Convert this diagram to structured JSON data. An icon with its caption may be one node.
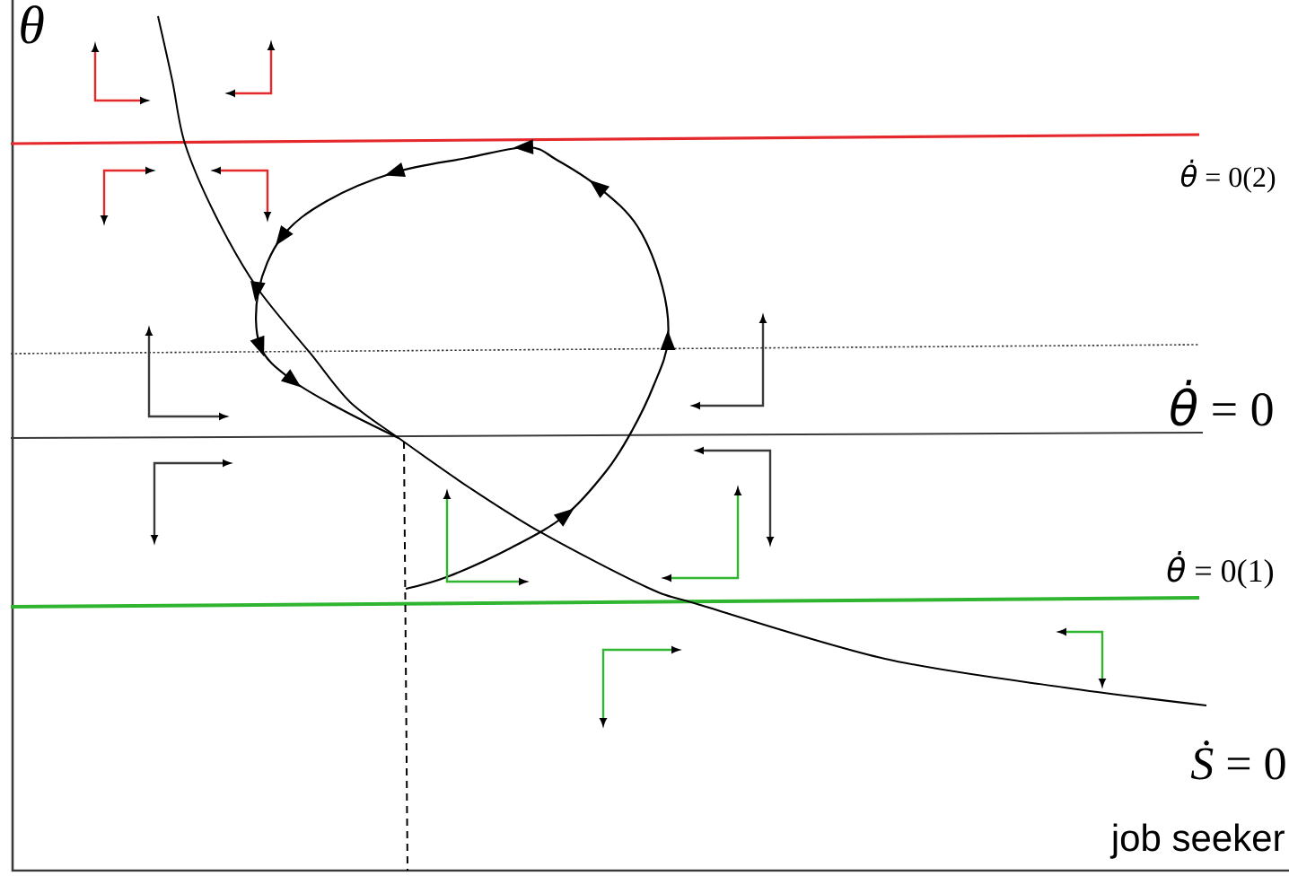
{
  "diagram": {
    "labels": [
      "θ",
      "*θ̇* = 0(2)",
      "*θ̇* = 0",
      "*θ̇* = 0(1)",
      "*Ṡ* = 0",
      "job seeker"
    ]
  }
}
